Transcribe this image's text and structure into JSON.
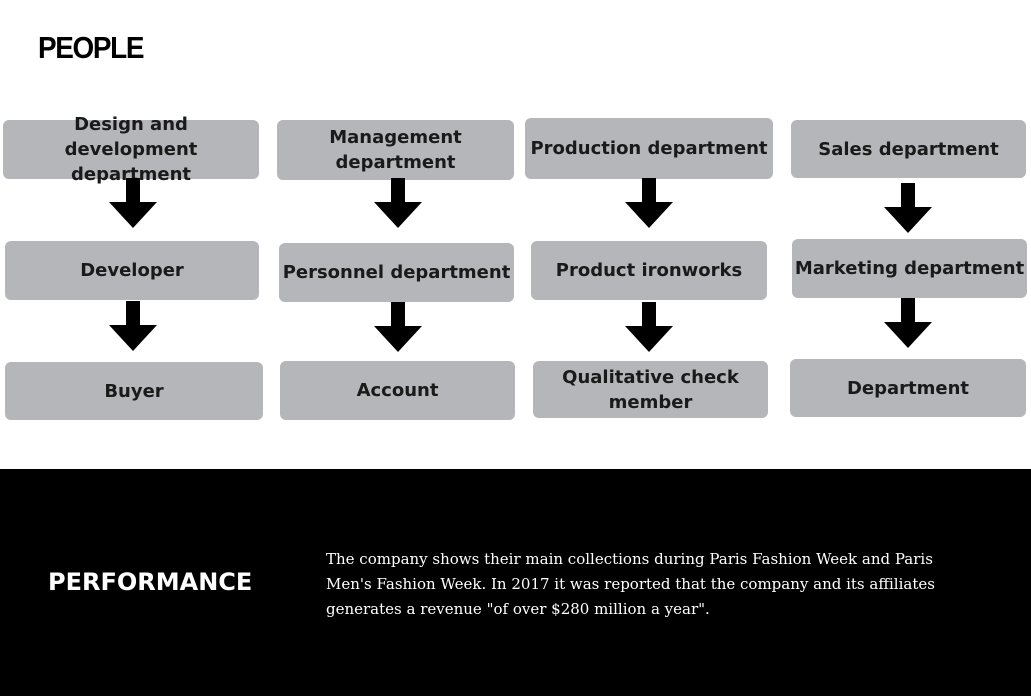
{
  "title": "PEOPLE",
  "columns": [
    {
      "boxes": [
        "Design and development department",
        "Developer",
        "Buyer"
      ]
    },
    {
      "boxes": [
        "Management department",
        "Personnel department",
        "Account"
      ]
    },
    {
      "boxes": [
        "Production department",
        "Product ironworks",
        "Qualitative check member"
      ]
    },
    {
      "boxes": [
        "Sales department",
        "Marketing department",
        "Department"
      ]
    }
  ],
  "performance": {
    "heading": "PERFORMANCE",
    "text": "The company shows their main collections during Paris Fashion Week and Paris Men's Fashion Week. In 2017 it was reported that the company and its affiliates generates a revenue \"of over $280 million a year\"."
  },
  "colors": {
    "box_fill": "#b4b6b9",
    "arrow": "#000000",
    "footer_bg": "#000000",
    "footer_text": "#ffffff"
  },
  "icons": {
    "arrow": "arrow-down-icon"
  }
}
